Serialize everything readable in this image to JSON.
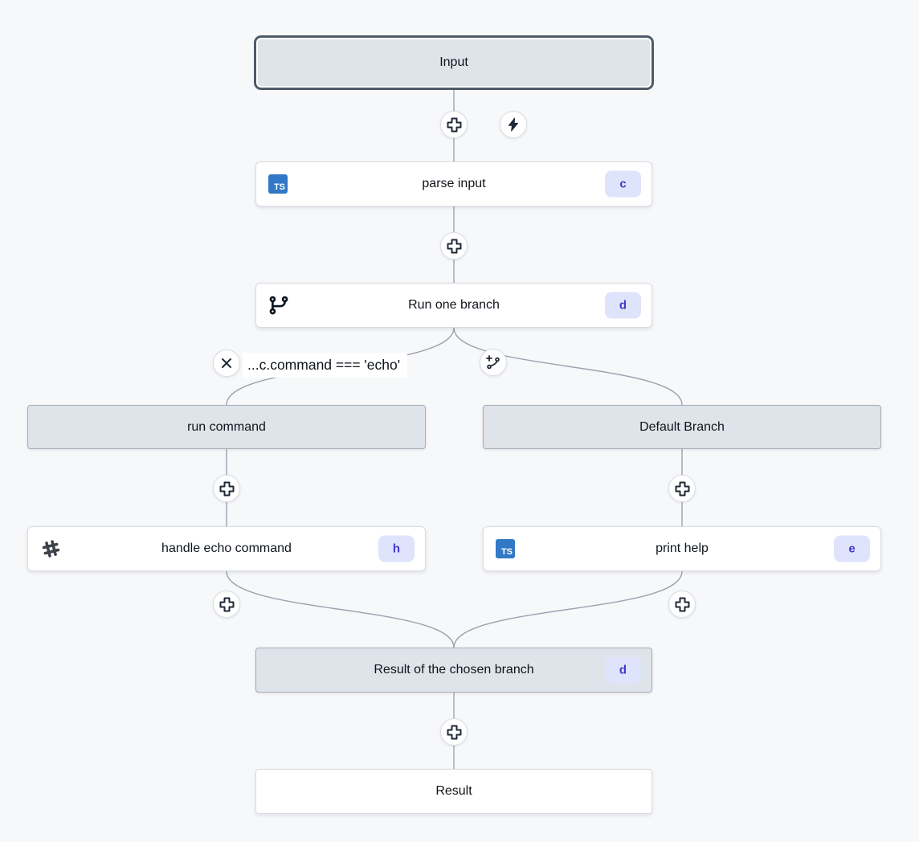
{
  "flow": {
    "input_node": {
      "label": "Input"
    },
    "parse_input": {
      "label": "parse input",
      "badge": "c",
      "lang_label": "TS",
      "lang": "typescript"
    },
    "run_one_branch": {
      "label": "Run one branch",
      "badge": "d"
    },
    "branch_condition": {
      "label": "...c.command === 'echo'"
    },
    "run_command_branch": {
      "label": "run command"
    },
    "default_branch": {
      "label": "Default Branch"
    },
    "handle_echo": {
      "label": "handle echo command",
      "badge": "h"
    },
    "print_help": {
      "label": "print help",
      "badge": "e",
      "lang_label": "TS",
      "lang": "typescript"
    },
    "result_chosen": {
      "label": "Result of the chosen branch",
      "badge": "d"
    },
    "result_node": {
      "label": "Result"
    }
  },
  "colors": {
    "background": "#f7f8fa",
    "edge": "#9ca3af",
    "header_fill": "#dee4ea",
    "selected_border": "#505b69",
    "badge_bg": "#dfe4fc",
    "badge_text": "#4338ca",
    "typescript_blue": "#3178c6",
    "icon_dark": "#1f2937"
  }
}
